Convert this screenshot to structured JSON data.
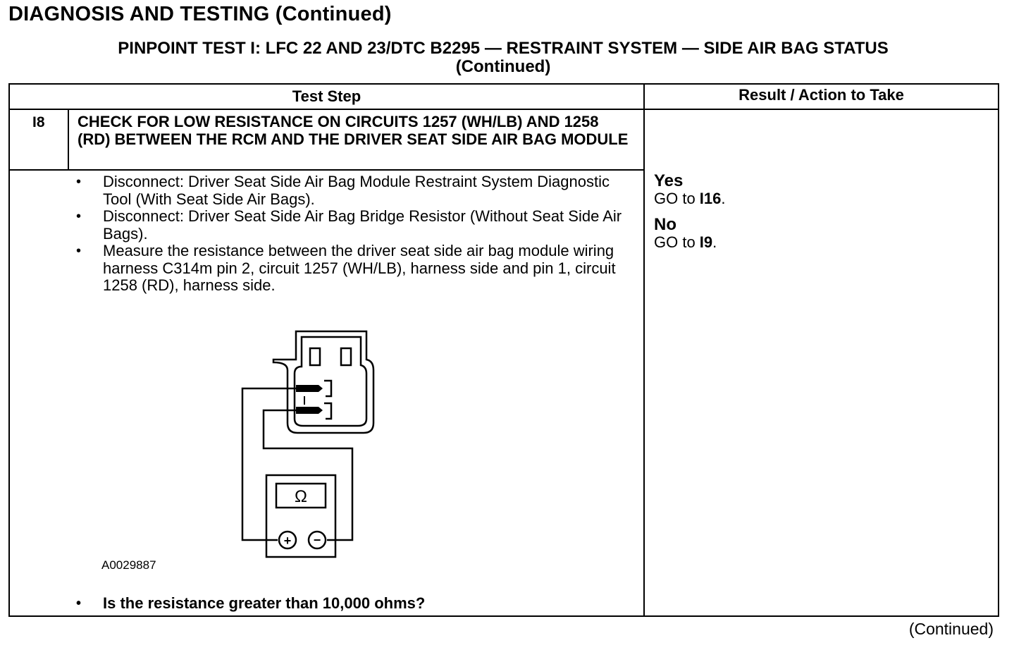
{
  "page": {
    "heading": "DIAGNOSIS AND TESTING (Continued)",
    "title_line1": "PINPOINT TEST I: LFC 22 AND 23/DTC B2295 — RESTRAINT SYSTEM — SIDE AIR BAG STATUS",
    "title_line2": "(Continued)",
    "footer_continued": "(Continued)"
  },
  "table": {
    "col_test_step": "Test Step",
    "col_result": "Result / Action to Take"
  },
  "step": {
    "id": "I8",
    "title": "CHECK FOR LOW RESISTANCE ON CIRCUITS 1257 (WH/LB) AND 1258 (RD) BETWEEN THE RCM AND THE DRIVER SEAT SIDE AIR BAG MODULE",
    "bullet": "•",
    "instructions": [
      "Disconnect: Driver Seat Side Air Bag Module Restraint System Diagnostic Tool (With Seat Side Air Bags).",
      "Disconnect: Driver Seat Side Air Bag Bridge Resistor (Without Seat Side Air Bags).",
      "Measure the resistance between the driver seat side air bag module wiring harness C314m pin 2, circuit 1257 (WH/LB), harness side and pin 1, circuit 1258 (RD), harness side."
    ],
    "figure_id": "A0029887",
    "question": "Is the resistance greater than 10,000 ohms?"
  },
  "diagram": {
    "ohm_symbol": "Ω",
    "plus_symbol": "+",
    "minus_symbol": "−"
  },
  "results": {
    "yes_label": "Yes",
    "yes_prefix": "GO to ",
    "yes_target": "I16",
    "no_label": "No",
    "no_prefix": "GO to ",
    "no_target": "I9",
    "period": "."
  }
}
